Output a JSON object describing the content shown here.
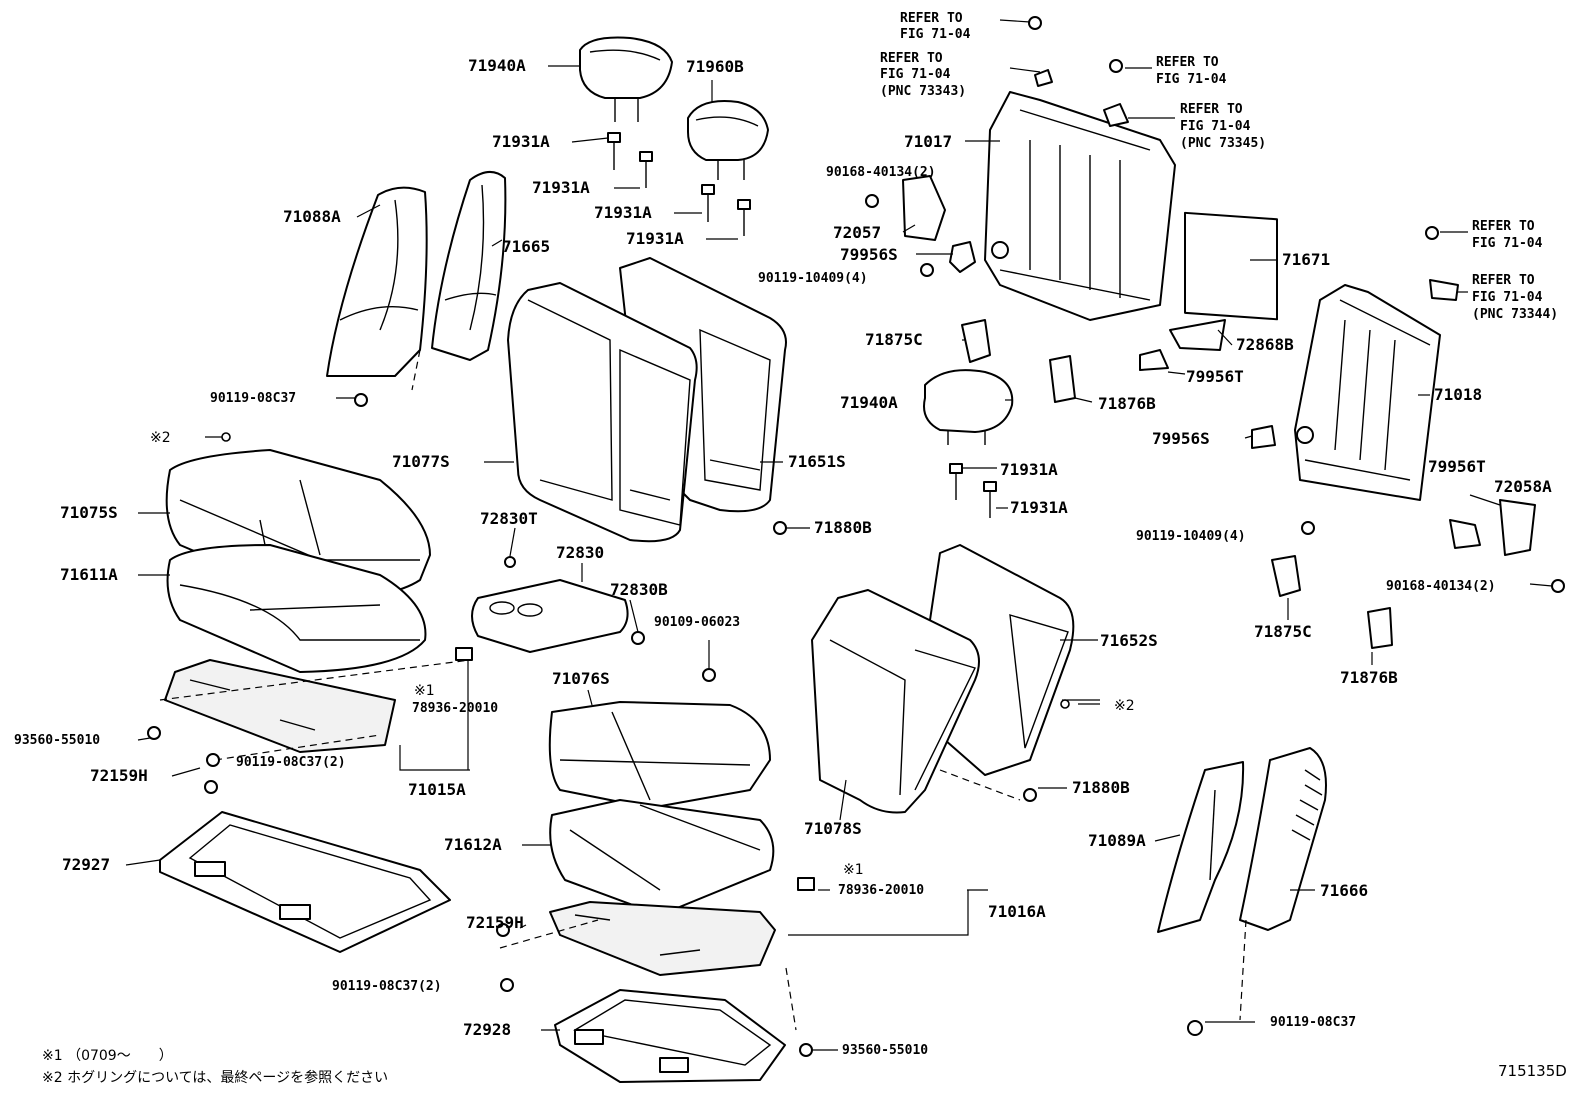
{
  "diagram_id": "715135D",
  "callouts": {
    "c71940A_1": "71940A",
    "c71960B": "71960B",
    "c71931A_1": "71931A",
    "c71931A_2": "71931A",
    "c71931A_3": "71931A",
    "c71931A_4": "71931A",
    "c71088A": "71088A",
    "c71665": "71665",
    "c90119_08C37_1": "90119-08C37",
    "c71077S": "71077S",
    "c71651S": "71651S",
    "c71880B_1": "71880B",
    "c71075S": "71075S",
    "c71611A": "71611A",
    "c93560_55010_1": "93560-55010",
    "c72159H_1": "72159H",
    "c90119_08C37_2_1": "90119-08C37(2)",
    "c71015A": "71015A",
    "c78936_20010_1": "78936-20010",
    "c72927": "72927",
    "c72830T": "72830T",
    "c72830": "72830",
    "c72830B": "72830B",
    "c90109_06023": "90109-06023",
    "c71076S": "71076S",
    "c71612A": "71612A",
    "c78936_20010_2": "78936-20010",
    "c71016A": "71016A",
    "c72159H_2": "72159H",
    "c90119_08C37_2_2": "90119-08C37(2)",
    "c72928": "72928",
    "c93560_55010_2": "93560-55010",
    "c71017": "71017",
    "c90168_40134_2_1": "90168-40134(2)",
    "c72057": "72057",
    "c79956S_1": "79956S",
    "c90119_10409_4_1": "90119-10409(4)",
    "c71875C_1": "71875C",
    "c71671": "71671",
    "c72868B": "72868B",
    "c79956T_1": "79956T",
    "c71876B_1": "71876B",
    "c71940A_2": "71940A",
    "c71931A_5": "71931A",
    "c71931A_6": "71931A",
    "c71018": "71018",
    "c79956S_2": "79956S",
    "c79956T_2": "79956T",
    "c72058A": "72058A",
    "c90119_10409_4_2": "90119-10409(4)",
    "c90168_40134_2_2": "90168-40134(2)",
    "c71875C_2": "71875C",
    "c71876B_2": "71876B",
    "c71652S": "71652S",
    "c71880B_2": "71880B",
    "c71078S": "71078S",
    "c71089A": "71089A",
    "c71666": "71666",
    "c90119_08C37_3": "90119-08C37"
  },
  "marks": {
    "m2_a": "※2",
    "m2_b": "※2",
    "m1_a": "※1",
    "m1_b": "※1"
  },
  "refers": {
    "r1": [
      "REFER TO",
      "FIG 71-04"
    ],
    "r2": [
      "REFER TO",
      "FIG 71-04",
      "(PNC 73343)"
    ],
    "r3": [
      "REFER TO",
      "FIG 71-04"
    ],
    "r4": [
      "REFER TO",
      "FIG 71-04",
      "(PNC 73345)"
    ],
    "r5": [
      "REFER TO",
      "FIG 71-04"
    ],
    "r6": [
      "REFER TO",
      "FIG 71-04",
      "(PNC 73344)"
    ]
  },
  "footnotes": {
    "note1": "※1 （0709～　　）",
    "note2": "※2 ホグリングについては、最終ページを参照ください"
  }
}
